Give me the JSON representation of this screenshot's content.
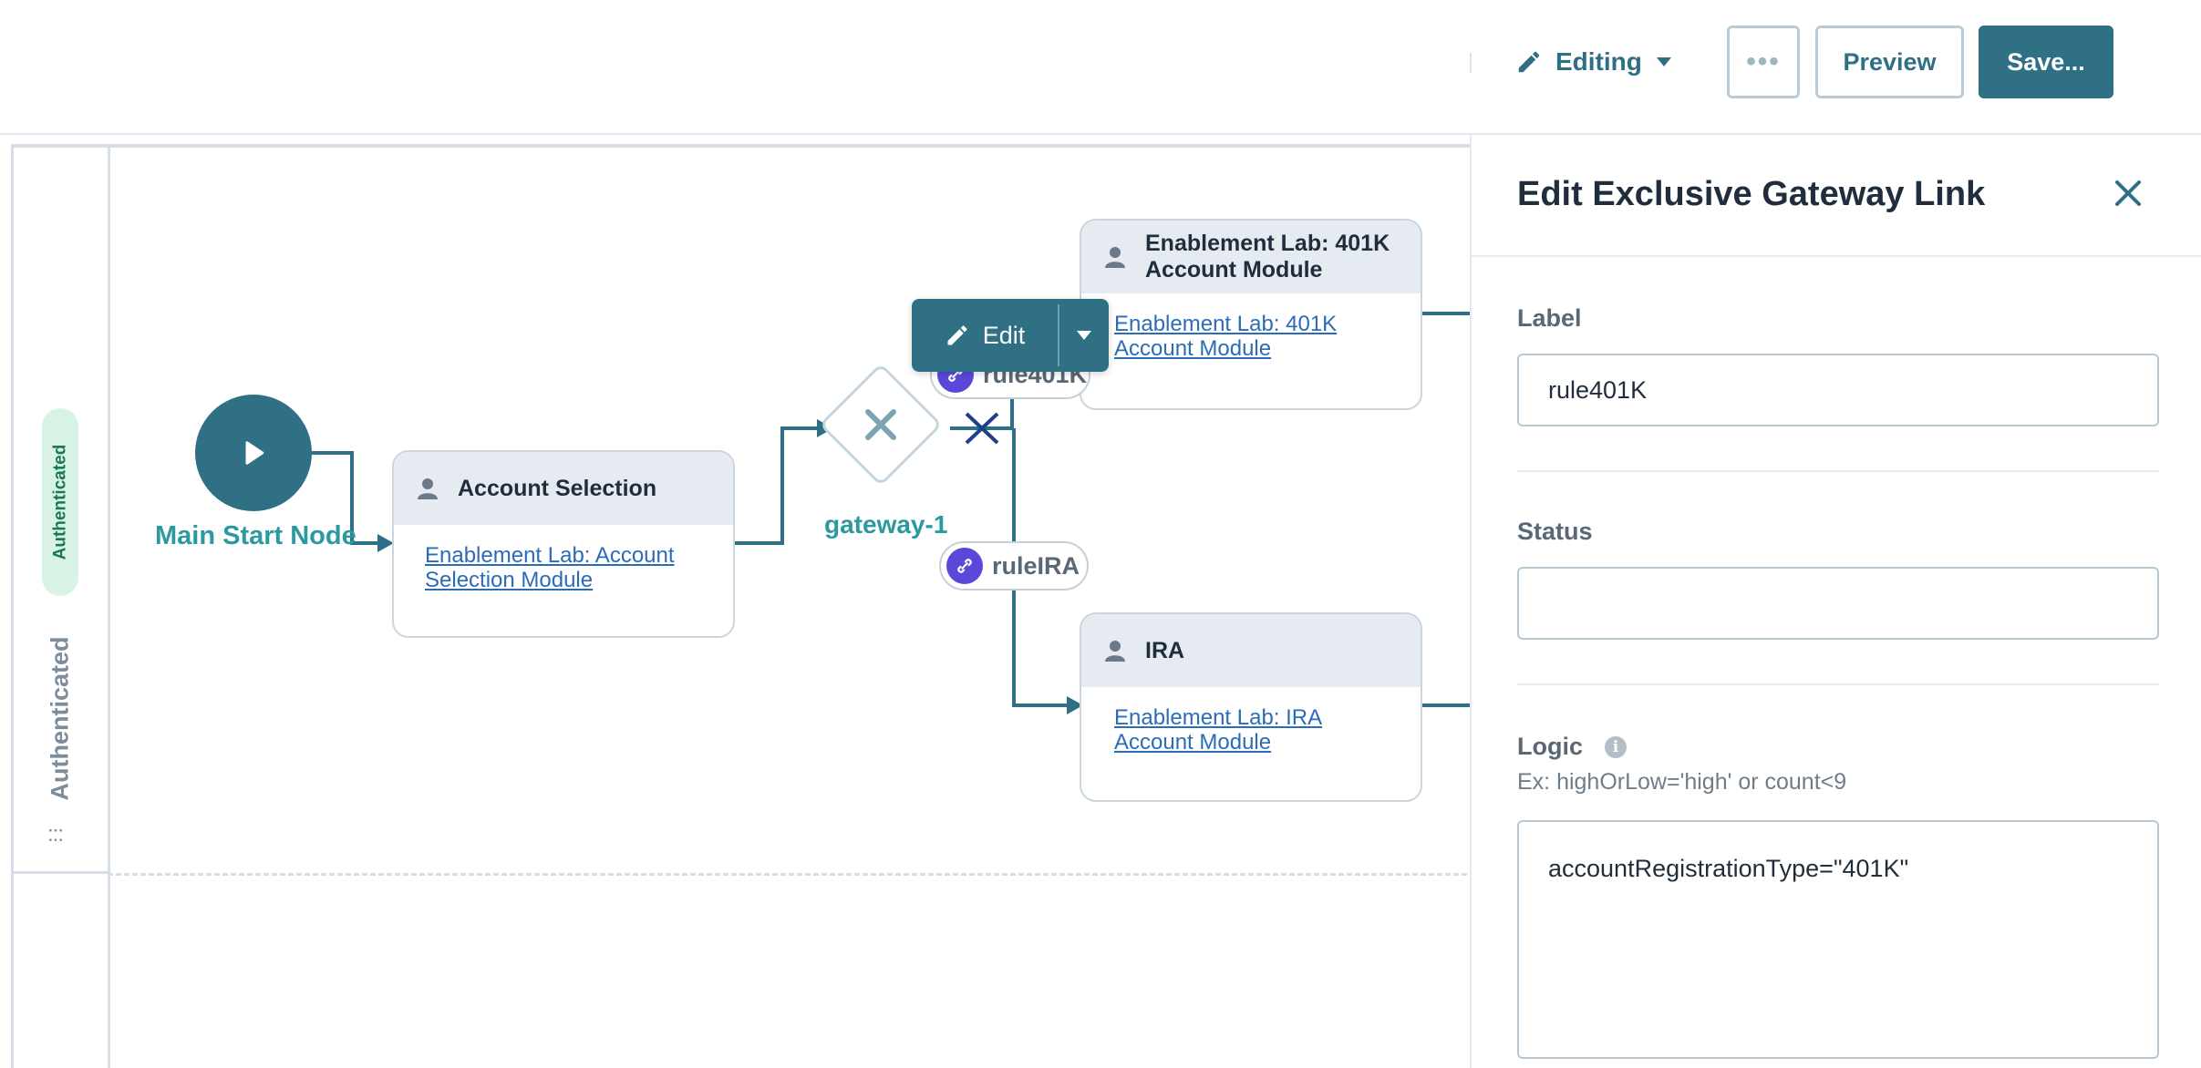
{
  "toolbar": {
    "mode_label": "Editing",
    "more_label": "•••",
    "preview_label": "Preview",
    "save_label": "Save..."
  },
  "lane": {
    "badge": "Authenticated",
    "title": "Authenticated",
    "grip": ":::"
  },
  "flow": {
    "start_node_label": "Main Start Node",
    "account_selection": {
      "title": "Account Selection",
      "link": "Enablement Lab: Account Selection Module"
    },
    "gateway_label": "gateway-1",
    "task_401k": {
      "title": "Enablement Lab: 401K Account Module",
      "link": "Enablement Lab: 401K Account Module"
    },
    "task_ira": {
      "title": "IRA",
      "link": "Enablement Lab: IRA Account Module"
    },
    "rule_401k_label": "rule401K",
    "rule_ira_label": "ruleIRA",
    "edit_popover_label": "Edit"
  },
  "panel": {
    "title": "Edit Exclusive Gateway Link",
    "label_field": {
      "label": "Label",
      "value": "rule401K"
    },
    "status_field": {
      "label": "Status",
      "value": ""
    },
    "logic_field": {
      "label": "Logic",
      "hint": "Ex: highOrLow='high' or count<9",
      "value": "accountRegistrationType=\"401K\""
    }
  },
  "colors": {
    "primary": "#2f7085",
    "accent_teal": "#2a9aa0",
    "rule_icon": "#5a48d9",
    "link": "#2b6cb8",
    "auth_badge_bg": "#d8f3e6"
  }
}
